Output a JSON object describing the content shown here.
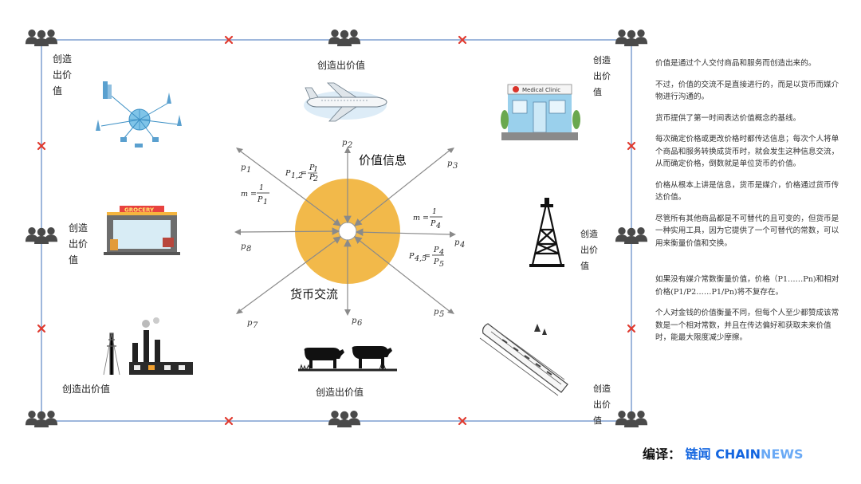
{
  "labels": {
    "create_value_tl": "创造出价值",
    "create_value_tc": "创造出价值",
    "create_value_tr": "创造出价值",
    "create_value_ml": "创造出价值",
    "create_value_mr": "创造出价值",
    "create_value_bl": "创造出价值",
    "create_value_bc": "创造出价值",
    "create_value_br": "创造出价值"
  },
  "center": {
    "value_info": "价值信息",
    "currency_exchange": "货币交流",
    "p_labels": [
      "p1",
      "p2",
      "p3",
      "p4",
      "p5",
      "p6",
      "p7",
      "p8"
    ],
    "formulas": {
      "m_left": "m = 1/P1",
      "p12": "P1,2 = P1/P2",
      "m_right": "m = 1/P4",
      "p45": "P4,5 = P4/P5"
    }
  },
  "side_text": [
    "价值是通过个人交付商品和服务而创造出来的。",
    "不过，价值的交流不是直接进行的，而是以货币而媒介物进行沟通的。",
    "货币提供了第一时间表达价值概念的基线。",
    "每次确定价格或更改价格时都传达信息；每次个人将单个商品和服务转换成货币时，就会发生这种信息交流，从而确定价格，倒数就是单位货币的价值。",
    "价格从根本上讲是信息，货币是媒介，价格通过货币传达价值。",
    "尽管所有其他商品都是不可替代的且可变的，但货币是一种实用工具，因为它提供了一个可替代的常数，可以用来衡量价值和交换。",
    "如果没有媒介常数衡量价值，价格（P1……Pn)和相对价格(P1/P2……P1/Pn)将不复存在。",
    "个人对金钱的价值衡量不同，但每个人至少都赞成该常数是一个相对常数，并且在传达偏好和获取未来价值时，能最大限度减少摩擦。"
  ],
  "credit": {
    "prefix": "编译：",
    "brand_cn": "链闻",
    "brand_en_a": "CHAIN",
    "brand_en_b": "NEWS"
  },
  "icons": [
    "people-icon",
    "internet-network-icon",
    "airplane-icon",
    "medical-clinic-icon",
    "grocery-store-icon",
    "oil-derrick-icon",
    "power-plant-icon",
    "cows-icon",
    "train-icon",
    "blocked-x-icon"
  ],
  "colors": {
    "frame": "#7f9fd0",
    "x_mark": "#e03a2f",
    "disc": "#f2b94a",
    "arrow": "#8a8a8a",
    "people": "#4a4a4a"
  }
}
